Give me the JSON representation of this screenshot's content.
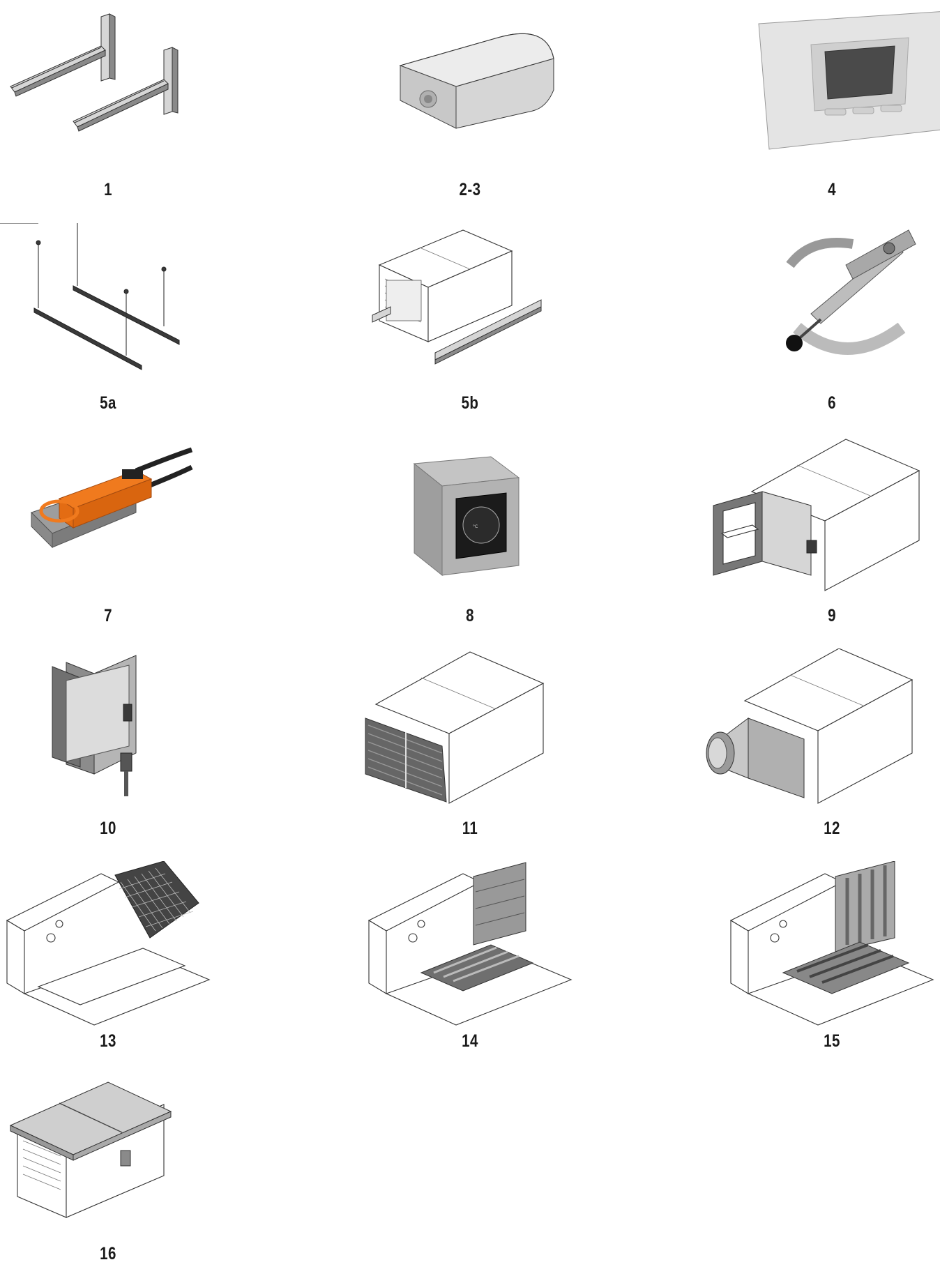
{
  "items": [
    {
      "label": "1",
      "icon": "wall-bracket-pair-icon"
    },
    {
      "label": "2-3",
      "icon": "sensor-housing-icon"
    },
    {
      "label": "4",
      "icon": "touch-panel-controller-icon"
    },
    {
      "label": "5a",
      "icon": "ceiling-suspension-rails-icon"
    },
    {
      "label": "5b",
      "icon": "floor-mount-rail-unit-icon"
    },
    {
      "label": "6",
      "icon": "damper-manual-lever-icon"
    },
    {
      "label": "7",
      "icon": "damper-actuator-icon"
    },
    {
      "label": "8",
      "icon": "thermostat-box-icon"
    },
    {
      "label": "9",
      "icon": "unit-with-damper-icon"
    },
    {
      "label": "10",
      "icon": "duct-damper-icon"
    },
    {
      "label": "11",
      "icon": "unit-with-louvre-hood-icon"
    },
    {
      "label": "12",
      "icon": "unit-with-round-spigot-icon"
    },
    {
      "label": "13",
      "icon": "unit-with-mesh-hood-icon"
    },
    {
      "label": "14",
      "icon": "unit-with-filter-box-icon"
    },
    {
      "label": "15",
      "icon": "unit-with-silencer-icon"
    },
    {
      "label": "16",
      "icon": "unit-with-roof-cover-icon"
    }
  ],
  "colors": {
    "actuator_orange": "#f07a1e",
    "label_text": "#1a1a1a"
  }
}
